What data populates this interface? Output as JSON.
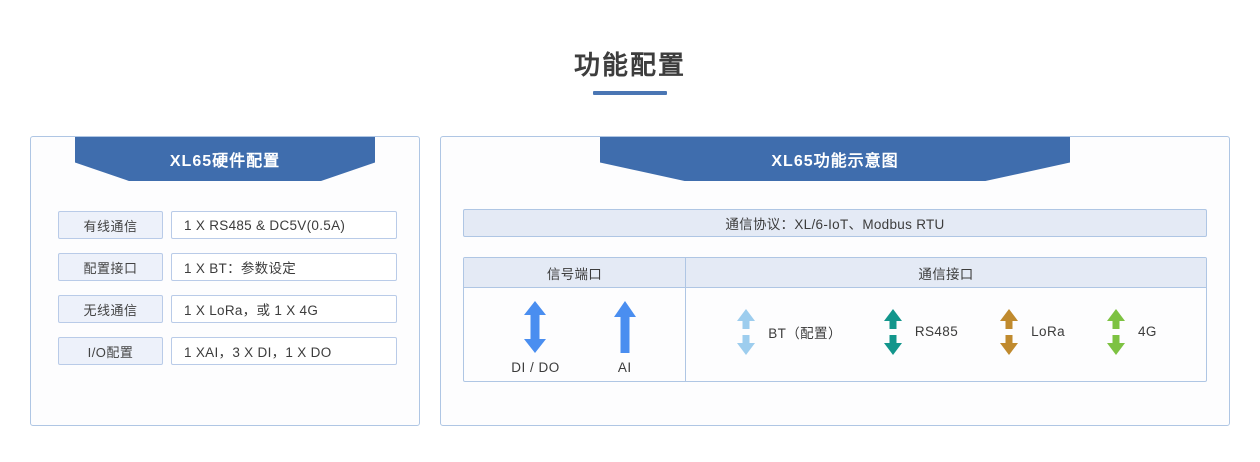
{
  "header": {
    "title": "功能配置"
  },
  "left_panel": {
    "banner_title": "XL65硬件配置",
    "rows": [
      {
        "label": "有线通信",
        "value": "1 X RS485 & DC5V(0.5A)"
      },
      {
        "label": "配置接口",
        "value": "1 X BT：参数设定"
      },
      {
        "label": "无线通信",
        "value": "1 X LoRa，或 1 X 4G"
      },
      {
        "label": "I/O配置",
        "value": "1 XAI，3 X DI，1 X DO"
      }
    ]
  },
  "right_panel": {
    "banner_title": "XL65功能示意图",
    "protocol": "通信协议：XL/6-IoT、Modbus RTU",
    "table": {
      "headers": [
        "信号端口",
        "通信接口"
      ],
      "signal_ports": [
        {
          "label": "DI / DO",
          "icon": "double-arrow-icon",
          "color": "#4A8EF0",
          "direction": "bidirectional"
        },
        {
          "label": "AI",
          "icon": "up-arrow-icon",
          "color": "#4A8EF0",
          "direction": "up"
        }
      ],
      "comm_ports": [
        {
          "label": "BT（配置）",
          "icon": "split-double-arrow-icon",
          "color": "#9DCDEE",
          "direction": "bidirectional"
        },
        {
          "label": "RS485",
          "icon": "split-double-arrow-icon",
          "color": "#12968C",
          "direction": "bidirectional"
        },
        {
          "label": "LoRa",
          "icon": "split-double-arrow-icon",
          "color": "#C08A2E",
          "direction": "bidirectional"
        },
        {
          "label": "4G",
          "icon": "split-double-arrow-icon",
          "color": "#7DC242",
          "direction": "bidirectional"
        }
      ]
    }
  },
  "colors": {
    "banner_blue": "#3F6DAD",
    "panel_border": "#AFC6E4",
    "label_fill": "#EDF1FA",
    "header_fill": "#E4EAF5",
    "title_rule": "#4A76B4"
  }
}
